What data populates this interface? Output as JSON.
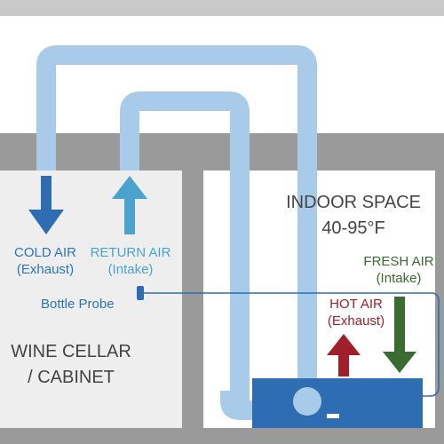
{
  "labels": {
    "cold_air": "COLD AIR",
    "cold_air_sub": "(Exhaust)",
    "return_air": "RETURN AIR",
    "return_air_sub": "(Intake)",
    "bottle_probe": "Bottle Probe",
    "wine_cellar_line1": "WINE CELLAR",
    "wine_cellar_line2": "/ CABINET",
    "indoor_space": "INDOOR SPACE",
    "temp_range": "40-95°F",
    "fresh_air": "FRESH AIR",
    "fresh_air_sub": "(Intake)",
    "hot_air": "HOT AIR",
    "hot_air_sub": "(Exhaust)"
  },
  "colors": {
    "wall": "#9a9a9a",
    "cellar_fill": "#eeeeee",
    "duct": "#a8cbe9",
    "unit": "#2e6db2",
    "cold_arrow": "#2e6db2",
    "return_arrow": "#4aa3cc",
    "hot_arrow": "#a01f2a",
    "fresh_arrow": "#3a6b30"
  }
}
